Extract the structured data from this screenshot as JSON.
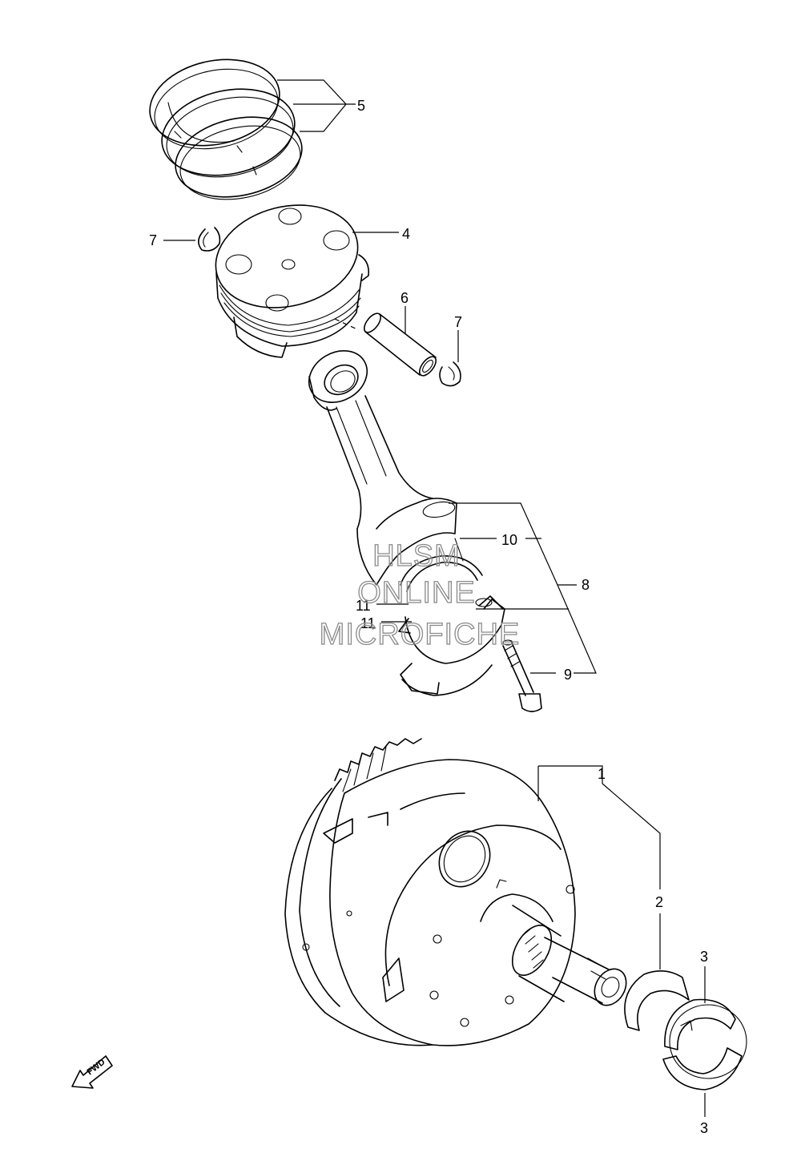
{
  "callouts": {
    "c1": "1",
    "c2": "2",
    "c3_top": "3",
    "c3_bottom": "3",
    "c4": "4",
    "c5": "5",
    "c6": "6",
    "c7_left": "7",
    "c7_right": "7",
    "c8": "8",
    "c9": "9",
    "c10": "10",
    "c11_top": "11",
    "c11_bottom": "11"
  },
  "watermark": {
    "line1": "HLSM",
    "line2": "ONLINE",
    "line3": "MICROFICHE"
  },
  "fwd_label": "FWD"
}
